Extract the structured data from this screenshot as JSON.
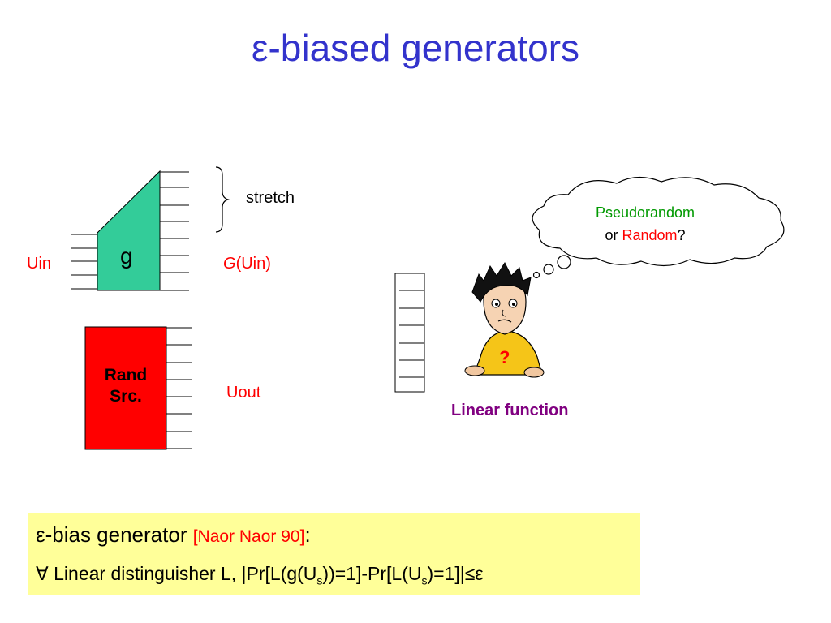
{
  "title": {
    "symbol": "ε",
    "text": "-biased generators"
  },
  "labels": {
    "stretch": "stretch",
    "g": "g",
    "uin": "Uin",
    "g_uin_italic": "G",
    "g_uin_rest": "(Uin)",
    "rand_src_line1": "Rand",
    "rand_src_line2": "Src.",
    "uout": "Uout",
    "linear_function": "Linear function",
    "thought_line1": "Pseudorandom",
    "thought_or": "or ",
    "thought_random": "Random",
    "thought_q": "?",
    "shirt_mark": "?"
  },
  "box": {
    "eps": "ε",
    "heading": "-bias generator ",
    "citation": "[Naor Naor 90]",
    "colon": ":",
    "forall": "∀",
    "line2_a": " Linear distinguisher L, |Pr[L(g(U",
    "sub_s1": "s",
    "line2_b": "))=1]-Pr[L(U",
    "sub_s2": "s",
    "line2_c": ")=1]|≤ε"
  },
  "colors": {
    "title": "#3333cc",
    "g_block": "#33cc99",
    "rand_block": "#ff0000",
    "uin": "#ff0000",
    "uout": "#ff0000",
    "pseudorandom": "#009900",
    "linear_function": "#800080",
    "box_bg": "#ffff99"
  },
  "icons": [
    "thought-bubble-icon",
    "confused-person-icon",
    "brace-icon"
  ]
}
